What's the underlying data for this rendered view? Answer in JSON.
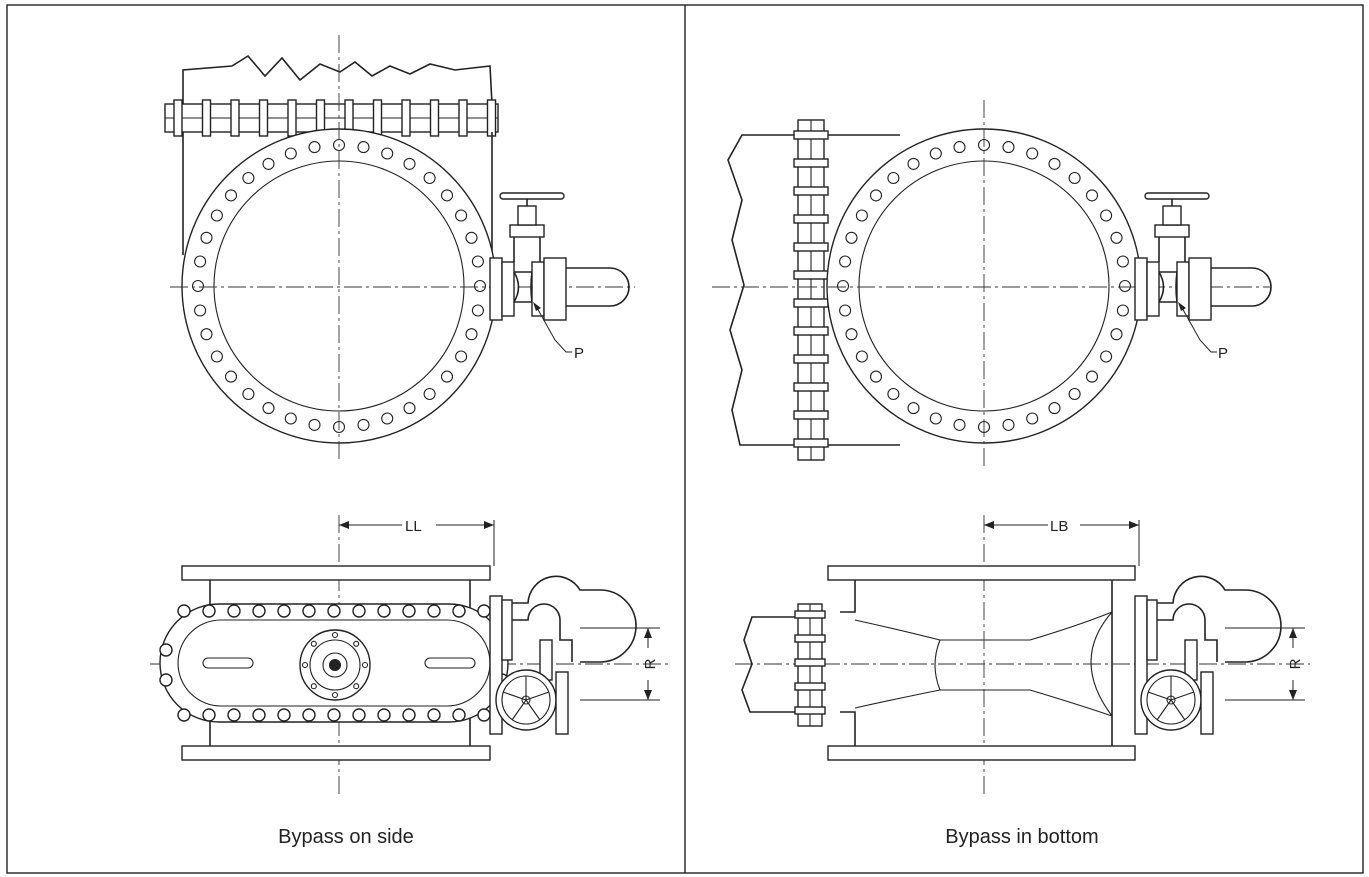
{
  "panels": [
    {
      "caption": "Bypass on side",
      "pipe_label": "P",
      "length_label": "LL",
      "radius_label": "R"
    },
    {
      "caption": "Bypass in bottom",
      "pipe_label": "P",
      "length_label": "LB",
      "radius_label": "R"
    }
  ]
}
